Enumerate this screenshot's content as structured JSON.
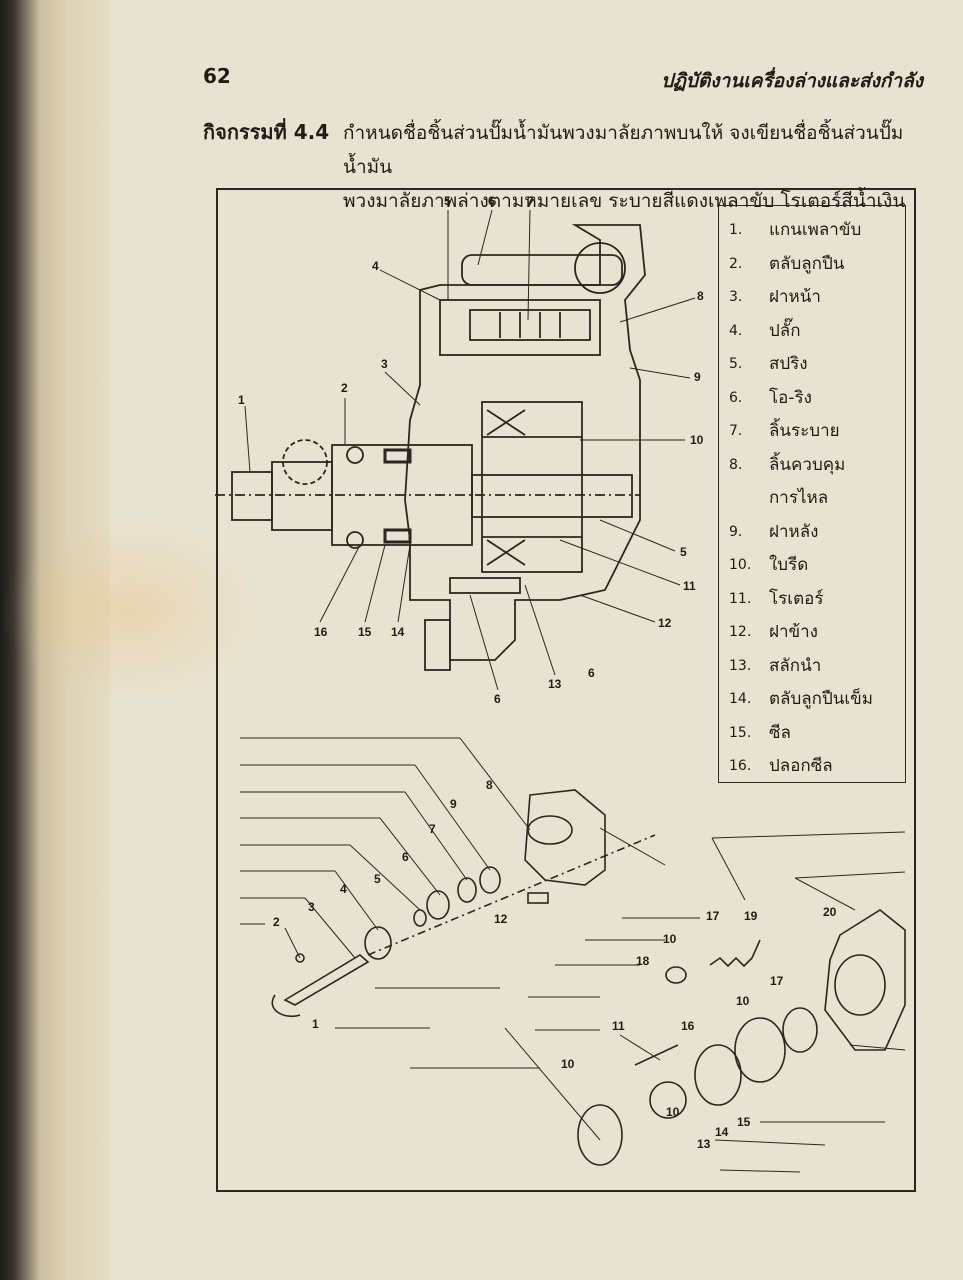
{
  "header": {
    "page_number": "62",
    "book_title": "ปฏิบัติงานเครื่องล่างและส่งกำลัง"
  },
  "activity": {
    "label": "กิจกรรมที่ 4.4",
    "line1": "กำหนดชื่อชิ้นส่วนปั๊มน้ำมันพวงมาลัยภาพบนให้ จงเขียนชื่อชิ้นส่วนปั๊มน้ำมัน",
    "line2": "พวงมาลัยภาพล่างตามหมายเลข ระบายสีแดงเพลาขับ โรเตอร์สีน้ำเงิน"
  },
  "legend": [
    {
      "num": "1.",
      "label": "แกนเพลาขับ"
    },
    {
      "num": "2.",
      "label": "ตลับลูกปืน"
    },
    {
      "num": "3.",
      "label": "ฝาหน้า"
    },
    {
      "num": "4.",
      "label": "ปลั๊ก"
    },
    {
      "num": "5.",
      "label": "สปริง"
    },
    {
      "num": "6.",
      "label": "โอ-ริง"
    },
    {
      "num": "7.",
      "label": "ลิ้นระบาย"
    },
    {
      "num": "8.",
      "label": "ลิ้นควบคุม"
    },
    {
      "num": "",
      "label": "การไหล"
    },
    {
      "num": "9.",
      "label": "ฝาหลัง"
    },
    {
      "num": "10.",
      "label": "ใบรีด"
    },
    {
      "num": "11.",
      "label": "โรเตอร์"
    },
    {
      "num": "12.",
      "label": "ฝาข้าง"
    },
    {
      "num": "13.",
      "label": "สลักนำ"
    },
    {
      "num": "14.",
      "label": "ตลับลูกปืนเข็ม"
    },
    {
      "num": "15.",
      "label": "ซีล"
    },
    {
      "num": "16.",
      "label": "ปลอกซีล"
    }
  ],
  "upper_callouts": [
    "1",
    "2",
    "3",
    "4",
    "5",
    "6",
    "7",
    "8",
    "9",
    "10",
    "5",
    "11",
    "12",
    "6",
    "13",
    "6",
    "14",
    "15",
    "16"
  ],
  "lower_callouts": [
    "1",
    "2",
    "3",
    "4",
    "5",
    "6",
    "7",
    "8",
    "9",
    "12",
    "10",
    "11",
    "13",
    "14",
    "15",
    "16",
    "17",
    "17",
    "18",
    "19",
    "20",
    "10",
    "10",
    "10"
  ]
}
